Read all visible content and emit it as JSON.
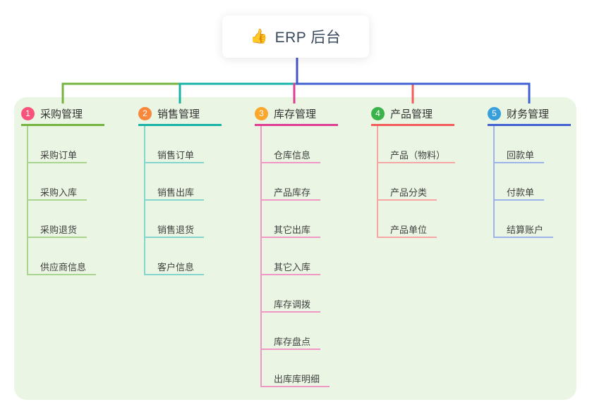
{
  "root": {
    "title": "ERP 后台",
    "icon": "thumbs-up",
    "connector_color": "#4356c8"
  },
  "panel": {
    "background_color": "#eaf6e3"
  },
  "branches": [
    {
      "badge": "1",
      "label": "采购管理",
      "badge_color": "#f9537b",
      "line_color": "#74b43e",
      "child_line_color": "#a9d58e",
      "children": [
        "采购订单",
        "采购入库",
        "采购退货",
        "供应商信息"
      ]
    },
    {
      "badge": "2",
      "label": "销售管理",
      "badge_color": "#f9873c",
      "line_color": "#17b3a6",
      "child_line_color": "#84d5cd",
      "children": [
        "销售订单",
        "销售出库",
        "销售退货",
        "客户信息"
      ]
    },
    {
      "badge": "3",
      "label": "库存管理",
      "badge_color": "#faa72c",
      "line_color": "#df3c94",
      "child_line_color": "#f097c6",
      "children": [
        "仓库信息",
        "产品库存",
        "其它出库",
        "其它入库",
        "库存调拨",
        "库存盘点",
        "出库库明细"
      ]
    },
    {
      "badge": "4",
      "label": "产品管理",
      "badge_color": "#3bb34b",
      "line_color": "#f45c5c",
      "child_line_color": "#f7a6a6",
      "children": [
        "产品（物料）",
        "产品分类",
        "产品单位"
      ]
    },
    {
      "badge": "5",
      "label": "财务管理",
      "badge_color": "#379fdb",
      "line_color": "#4161d2",
      "child_line_color": "#9db4ea",
      "children": [
        "回款单",
        "付款单",
        "结算账户"
      ]
    }
  ]
}
